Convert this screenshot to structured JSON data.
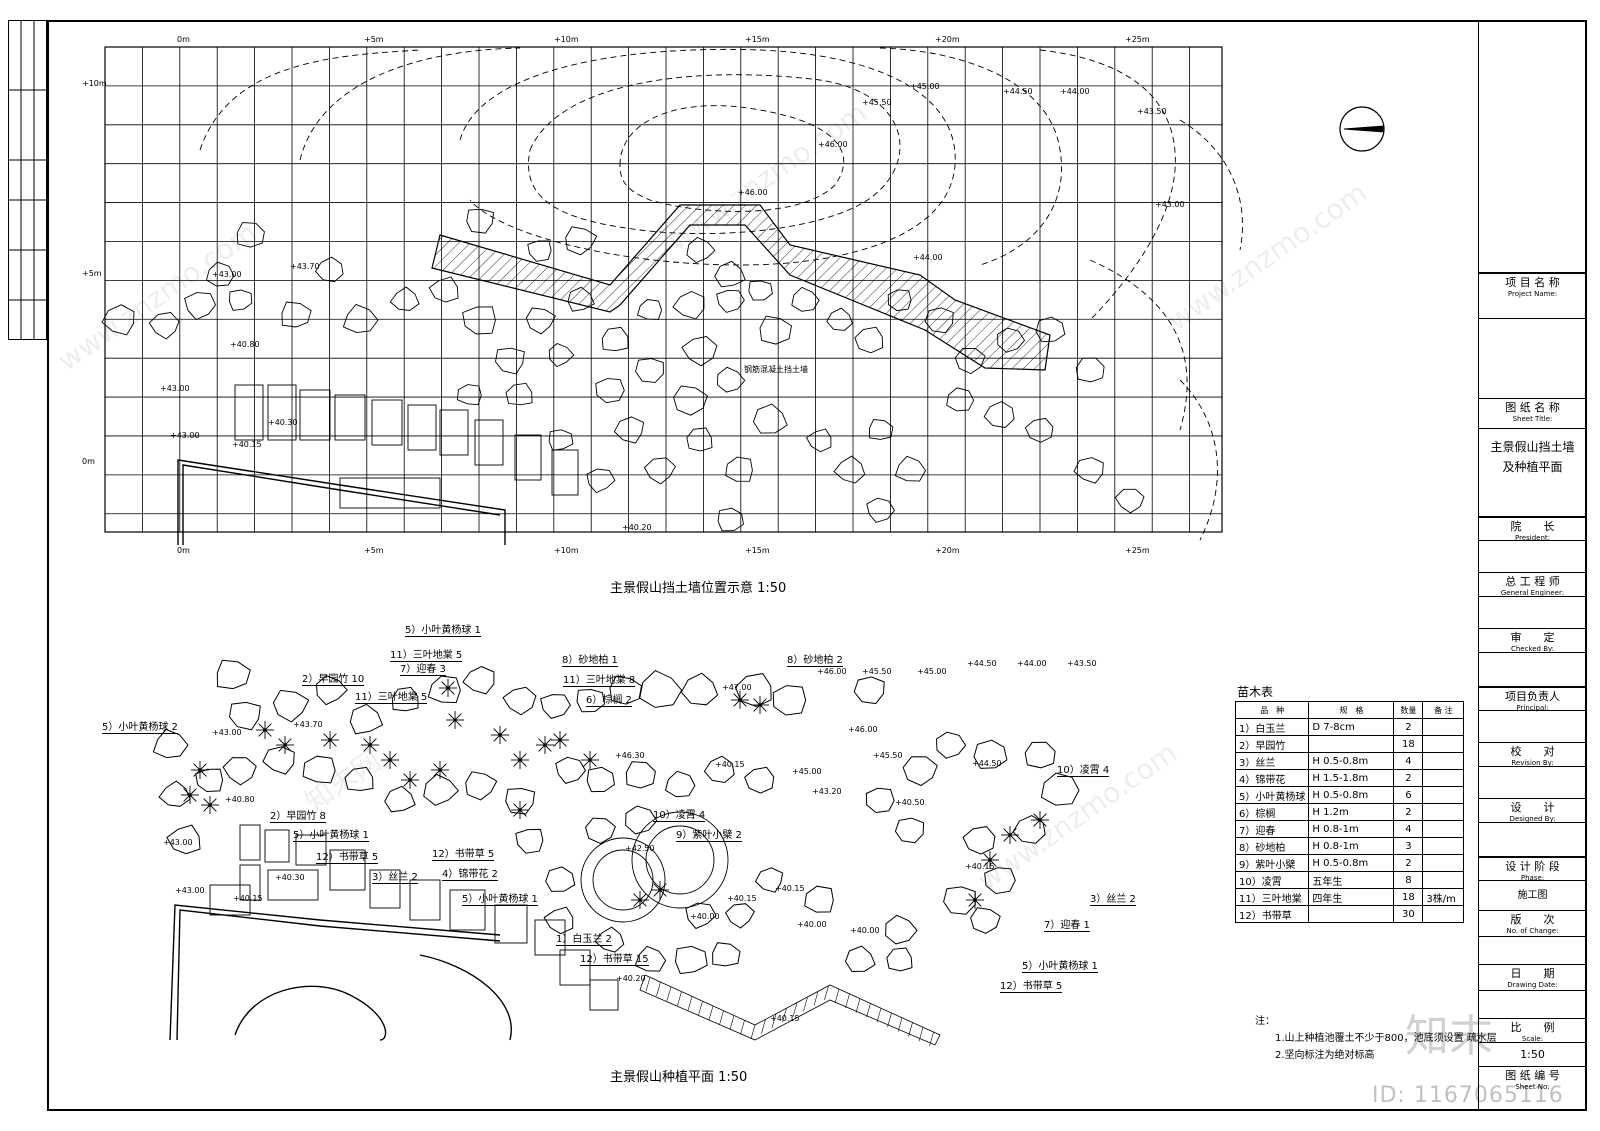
{
  "upper_plan": {
    "caption": "主景假山挡土墙位置示意 1:50",
    "x_ticks": [
      "0m",
      "+5m",
      "+10m",
      "+15m",
      "+20m",
      "+25m"
    ],
    "y_ticks": [
      "+10m",
      "+5m",
      "0m"
    ],
    "wall_label": "钢筋混凝土挡土墙",
    "contours": [
      "+45.50",
      "+45.00",
      "+44.50",
      "+44.00",
      "+43.50",
      "+46.00",
      "+46.00",
      "+44.00",
      "+43.00",
      "+43.70",
      "+43.00",
      "+40.80",
      "+43.00",
      "+43.00",
      "+40.30",
      "+40.15",
      "+40.20"
    ]
  },
  "lower_plan": {
    "caption": "主景假山种植平面 1:50",
    "plant_labels": [
      "5）小叶黄杨球 1",
      "11）三叶地棠 5",
      "7）迎春 3",
      "2）早园竹 10",
      "11）三叶地棠 5",
      "5）小叶黄杨球 2",
      "8）砂地柏 1",
      "11）三叶地棠 8",
      "6）棕榈 2",
      "8）砂地柏 2",
      "2）早园竹 8",
      "5）小叶黄杨球 1",
      "12）书带草 5",
      "12）书带草 5",
      "4）锦带花 2",
      "3）丝兰 2",
      "5）小叶黄杨球 1",
      "10）凌霄 4",
      "9）紫叶小檗 2",
      "10）凌霄 4",
      "3）丝兰 2",
      "7）迎春 1",
      "5）小叶黄杨球 1",
      "12）书带草 5",
      "1）白玉兰 2",
      "12）书带草 15"
    ],
    "elevations": [
      "+47.00",
      "+46.00",
      "+45.50",
      "+45.00",
      "+44.50",
      "+44.00",
      "+43.50",
      "+46.00",
      "+43.00",
      "+43.70",
      "+40.80",
      "+43.00",
      "+46.30",
      "+40.15",
      "+45.50",
      "+45.00",
      "+43.20",
      "+40.50",
      "+44.50",
      "+42.50",
      "+40.30",
      "+40.15",
      "+43.00",
      "+40.15",
      "+40.15",
      "+40.00",
      "+40.00",
      "+40.00",
      "+40.15",
      "+40.20",
      "+40.15"
    ]
  },
  "plant_table": {
    "title": "苗木表",
    "headers": [
      "品　种",
      "规　格",
      "数量",
      "备 注"
    ],
    "rows": [
      [
        "1）白玉兰",
        "D 7-8cm",
        "2",
        ""
      ],
      [
        "2）早园竹",
        "",
        "18",
        ""
      ],
      [
        "3）丝兰",
        "H 0.5-0.8m",
        "4",
        ""
      ],
      [
        "4）锦带花",
        "H 1.5-1.8m",
        "2",
        ""
      ],
      [
        "5）小叶黄杨球",
        "H 0.5-0.8m",
        "6",
        ""
      ],
      [
        "6）棕榈",
        "H 1.2m",
        "2",
        ""
      ],
      [
        "7）迎春",
        "H 0.8-1m",
        "4",
        ""
      ],
      [
        "8）砂地柏",
        "H 0.8-1m",
        "3",
        ""
      ],
      [
        "9）紫叶小檗",
        "H 0.5-0.8m",
        "2",
        ""
      ],
      [
        "10）凌霄",
        "五年生",
        "8",
        ""
      ],
      [
        "11）三叶地棠",
        "四年生",
        "18",
        "3株/m"
      ],
      [
        "12）书带草",
        "",
        "30",
        ""
      ]
    ]
  },
  "notes": {
    "title": "注：",
    "items": [
      "1.山上种植池覆土不少于800，池底须设置 疏水层",
      "2.坚向标注为绝对标高"
    ]
  },
  "title_block": {
    "project_name": "项 目 名 称",
    "project_name_en": "Project Name:",
    "sheet_title": "图 纸 名 称",
    "sheet_title_en": "Sheet Title:",
    "sheet_title_value_1": "主景假山挡土墙",
    "sheet_title_value_2": "及种植平面",
    "president": "院　　长",
    "president_en": "President:",
    "engineer": "总 工 程 师",
    "engineer_en": "General Engineer:",
    "checked": "审　　定",
    "checked_en": "Checked By:",
    "principal": "项目负责人",
    "principal_en": "Principal:",
    "revision": "校　　对",
    "revision_en": "Revision By:",
    "designed": "设　　计",
    "designed_en": "Designed By:",
    "phase": "设 计 阶 段",
    "phase_en": "Phase:",
    "phase_value": "施工图",
    "change": "版　　次",
    "change_en": "No. of Change:",
    "date": "日　　期",
    "date_en": "Drawing Date:",
    "scale": "比　　例",
    "scale_en": "Scale:",
    "scale_value": "1:50",
    "sheet_no": "图 纸 编 号",
    "sheet_no_en": "Sheet No:"
  },
  "watermark": {
    "logo": "知末",
    "id": "ID: 1167065116",
    "site": "www.znzmo.com",
    "brand": "知末网"
  }
}
